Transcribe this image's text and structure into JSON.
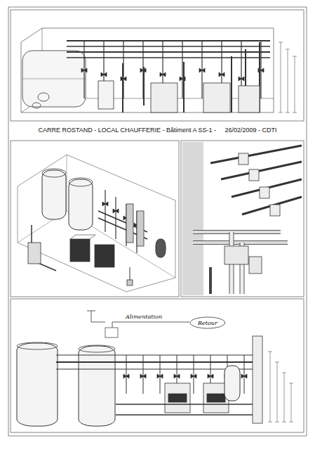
{
  "diagram": {
    "title": "CARRE ROSTAND - LOCAL CHAUFFERIE - Bâtiment A SS-1 -     26/02/2009 - CDTI",
    "nodes": [
      {
        "text": [
          "Retour"
        ]
      }
    ],
    "labels": [
      "Alimentation"
    ]
  }
}
